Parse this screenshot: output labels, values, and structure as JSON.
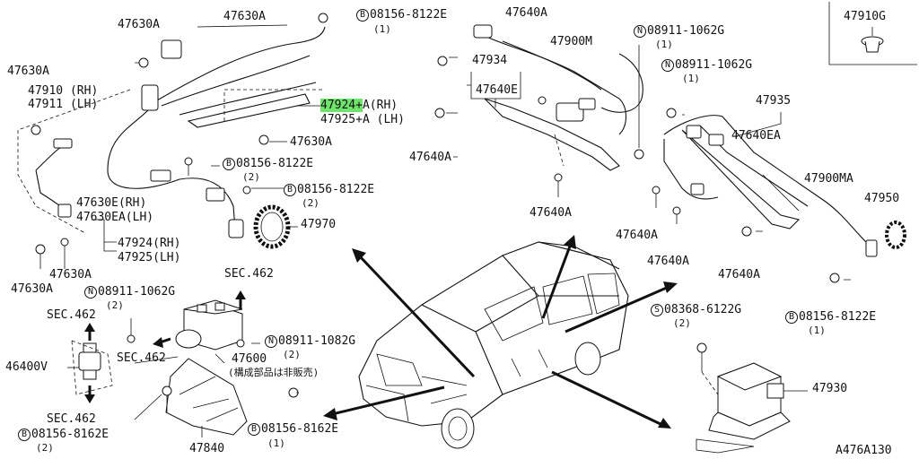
{
  "diagram_id": "A476A130",
  "labels": {
    "p47630a_a": "47630A",
    "p47630a_b": "47630A",
    "p47630a_c": "47630A",
    "p47630a_d": "47630A",
    "p47630a_e": "47630A",
    "p47630a_f": "47630A",
    "p47910_rh": "47910 (RH)",
    "p47911_lh": "47911 (LH)",
    "p47924_hl": "47924+",
    "p47924_rh": "A(RH)",
    "p47925_lh": "47925+A (LH)",
    "p47630e_rh": "47630E(RH)",
    "p47630ea_lh": "47630EA(LH)",
    "p47924_rh2": "47924(RH)",
    "p47925_lh2": "47925(LH)",
    "p47970": "47970",
    "p47640a_top": "47640A",
    "p47900m": "47900M",
    "p47934": "47934",
    "p47640e": "47640E",
    "p47640a_l": "47640A",
    "p47640a_m": "47640A",
    "p47910g": "47910G",
    "p47935": "47935",
    "p47640ea": "47640EA",
    "p47900ma": "47900MA",
    "p47950": "47950",
    "p47640a_r1": "47640A",
    "p47640a_r2": "47640A",
    "p47640a_r3": "47640A",
    "sec462_a": "SEC.462",
    "sec462_b": "SEC.462",
    "sec462_c": "SEC.462",
    "sec462_d": "SEC.462",
    "p46400v": "46400V",
    "p47600": "47600",
    "p47600_note": "(構成部品は非販売)",
    "p47840": "47840",
    "p47930": "47930"
  },
  "callouts": {
    "b_top": {
      "prefix": "B",
      "code": "08156-8122E",
      "qty": "(1)"
    },
    "b_mid1": {
      "prefix": "B",
      "code": "08156-8122E",
      "qty": "(2)"
    },
    "b_mid2": {
      "prefix": "B",
      "code": "08156-8122E",
      "qty": "(2)"
    },
    "n_top1": {
      "prefix": "N",
      "code": "08911-1062G",
      "qty": "(1)"
    },
    "n_top2": {
      "prefix": "N",
      "code": "08911-1062G",
      "qty": "(1)"
    },
    "n_left": {
      "prefix": "N",
      "code": "08911-1062G",
      "qty": "(2)"
    },
    "n_mid": {
      "prefix": "N",
      "code": "08911-1082G",
      "qty": "(2)"
    },
    "s_right": {
      "prefix": "S",
      "code": "08368-6122G",
      "qty": "(2)"
    },
    "b_right": {
      "prefix": "B",
      "code": "08156-8122E",
      "qty": "(1)"
    },
    "b_bot1": {
      "prefix": "B",
      "code": "08156-8162E",
      "qty": "(2)"
    },
    "b_bot2": {
      "prefix": "B",
      "code": "08156-8162E",
      "qty": "(1)"
    }
  },
  "colors": {
    "highlight": "#6fe36b",
    "ink": "#111111"
  }
}
